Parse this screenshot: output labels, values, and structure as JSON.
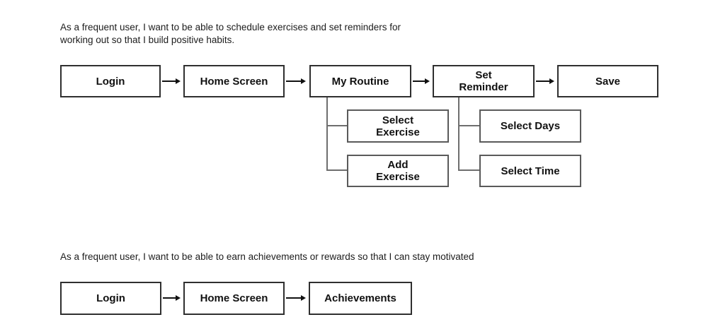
{
  "colors": {
    "background": "#ffffff",
    "main_box_border": "#2f2f2f",
    "child_box_border": "#5a5a5a",
    "connector_line": "#6e6e6e",
    "arrow": "#111111",
    "text": "#1c1c1c"
  },
  "story1": {
    "line1": "As a frequent user, I want to be able to schedule exercises and set reminders for",
    "line2": "working out so that I build positive habits.",
    "flow": {
      "nodes": [
        {
          "label": "Login"
        },
        {
          "label": "Home Screen"
        },
        {
          "label": "My Routine"
        },
        {
          "label": "Set\nReminder"
        },
        {
          "label": "Save"
        }
      ],
      "my_routine_children": [
        {
          "label": "Select\nExercise"
        },
        {
          "label": "Add\nExercise"
        }
      ],
      "set_reminder_children": [
        {
          "label": "Select Days"
        },
        {
          "label": "Select Time"
        }
      ]
    }
  },
  "story2": {
    "line1": "As a frequent user, I want to be able to earn achievements or rewards so that I can stay motivated",
    "flow": {
      "nodes": [
        {
          "label": "Login"
        },
        {
          "label": "Home Screen"
        },
        {
          "label": "Achievements"
        }
      ]
    }
  }
}
